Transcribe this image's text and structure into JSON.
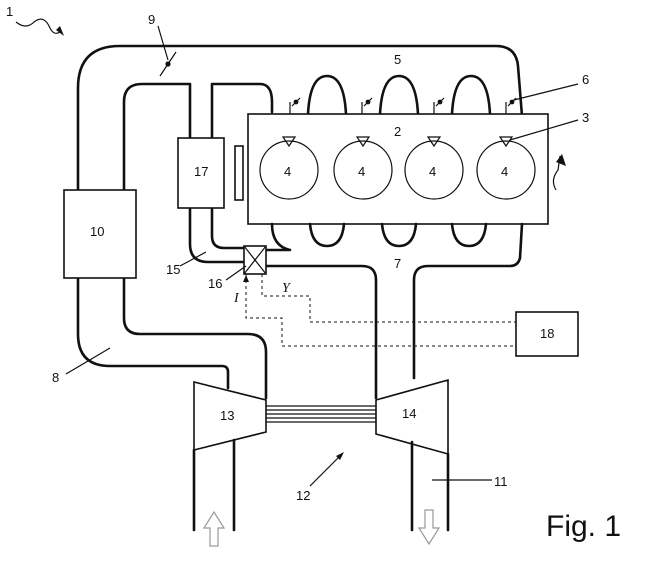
{
  "figure_label": "Fig. 1",
  "labels": {
    "n1": "1",
    "n2": "2",
    "n3": "3",
    "n4": "4",
    "n5": "5",
    "n6": "6",
    "n7": "7",
    "n8": "8",
    "n9": "9",
    "n10": "10",
    "n11": "11",
    "n12": "12",
    "n13": "13",
    "n14": "14",
    "n15": "15",
    "n16": "16",
    "n17": "17",
    "n18": "18",
    "signal_I": "I",
    "signal_Y": "Y"
  }
}
